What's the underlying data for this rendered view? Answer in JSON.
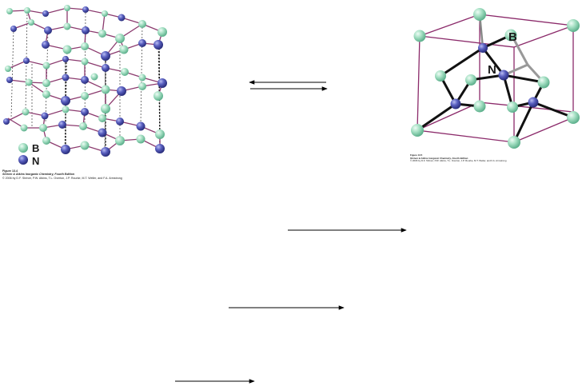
{
  "hexagonal_figure": {
    "legend": [
      {
        "label": "B",
        "color": "#8fd6b4"
      },
      {
        "label": "N",
        "color": "#4a4fa8"
      }
    ],
    "caption": {
      "title": "Figure 13.4",
      "book": "Shriver & Atkins Inorganic Chemistry, Fourth Edition",
      "credit": "© 2006 by D.F. Shriver, P.W. Atkins, T.L. Overton, J.P. Rourke, M.T. Weller, and F.A. Armstrong"
    }
  },
  "cubic_figure": {
    "labels": {
      "boron": "B",
      "nitrogen": "N"
    },
    "caption": {
      "title": "Figure 13.5",
      "book": "Shriver & Atkins Inorganic Chemistry, Fourth Edition",
      "credit": "© 2006 by D.F. Shriver, P.W. Atkins, T.L. Overton, J.P. Rourke, M.T. Weller, and F.A. Armstrong"
    }
  },
  "colors": {
    "boron": "#8fd6b4",
    "nitrogen": "#4a4fa8",
    "bond_hex": "#8b3a6e",
    "cube_edge": "#8b2a6a",
    "bond_cubic": "#111111"
  }
}
